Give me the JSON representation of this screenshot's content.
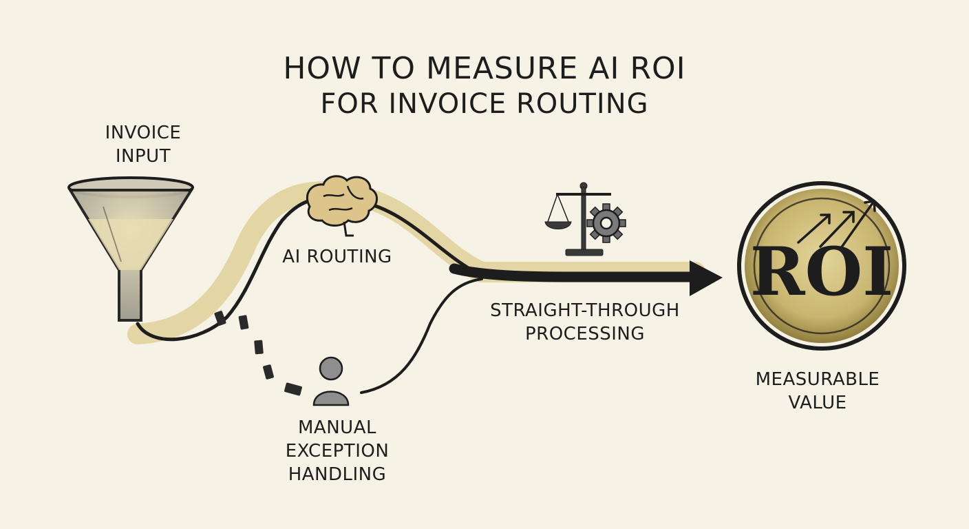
{
  "title": {
    "line1": "HOW TO MEASURE AI ROI",
    "line2": "FOR INVOICE ROUTING"
  },
  "labels": {
    "invoice_input": [
      "INVOICE",
      "INPUT"
    ],
    "ai_routing": "AI ROUTING",
    "straight_through": [
      "STRAIGHT-THROUGH",
      "PROCESSING"
    ],
    "manual_exception": [
      "MANUAL",
      "EXCEPTION",
      "HANDLING"
    ],
    "measurable_value": [
      "MEASURABLE",
      "VALUE"
    ],
    "roi_badge": "ROI"
  },
  "icons": [
    "funnel-icon",
    "brain-icon",
    "scale-icon",
    "gear-icon",
    "person-icon",
    "roi-coin-icon",
    "growth-arrows-icon"
  ],
  "colors": {
    "background": "#f6f2e6",
    "ink": "#1c1c1c",
    "ochre": "#d8c58a",
    "gold": "#b9a661"
  }
}
